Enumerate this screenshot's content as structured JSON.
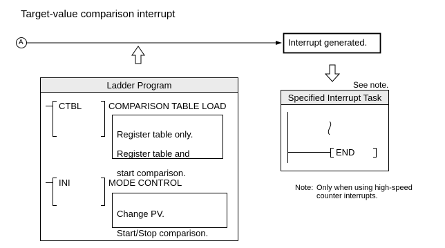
{
  "title": "Target-value comparison interrupt",
  "marker": "A",
  "interrupt_box": "Interrupt generated.",
  "ladder": {
    "header": "Ladder Program",
    "instructions": [
      {
        "mnemonic": "CTBL",
        "name": "COMPARISON TABLE LOAD",
        "operations": [
          "Register table only.",
          "Register table and",
          "start comparison."
        ]
      },
      {
        "mnemonic": "INI",
        "name": "MODE CONTROL",
        "operations": [
          "Change PV.",
          "Start/Stop comparison."
        ]
      }
    ]
  },
  "see_note": "See note.",
  "task": {
    "header": "Specified Interrupt Task",
    "end_label": "END"
  },
  "note": {
    "prefix": "Note:",
    "line1": "Only when using high-speed",
    "line2": "counter interrupts."
  },
  "colors": {
    "header_fill": "#ebebeb",
    "line": "#000000",
    "background": "#ffffff"
  }
}
